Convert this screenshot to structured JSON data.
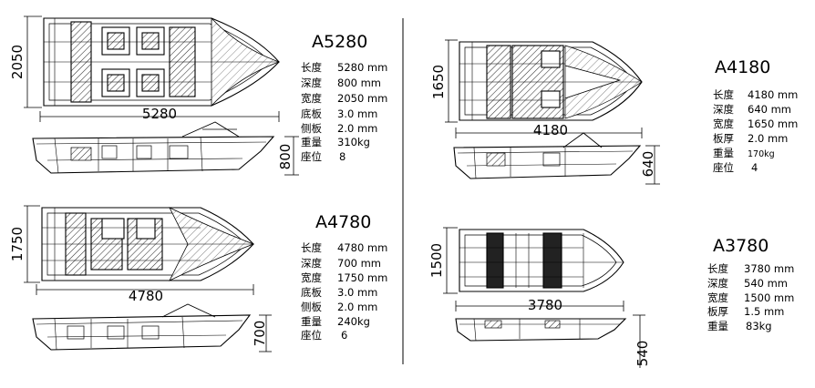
{
  "boats": [
    {
      "model": "A5280",
      "dims": {
        "width": "2050",
        "length": "5280",
        "depth": "800"
      },
      "specs": [
        {
          "label": "长度",
          "value": "5280 mm"
        },
        {
          "label": "深度",
          "value": "800 mm"
        },
        {
          "label": "宽度",
          "value": "2050 mm"
        },
        {
          "label": "底板",
          "value": "3.0 mm"
        },
        {
          "label": "侧板",
          "value": "2.0 mm"
        },
        {
          "label": "重量",
          "value": "310kg"
        },
        {
          "label": "座位",
          "value": "8"
        }
      ]
    },
    {
      "model": "A4780",
      "dims": {
        "width": "1750",
        "length": "4780",
        "depth": "700"
      },
      "specs": [
        {
          "label": "长度",
          "value": "4780 mm"
        },
        {
          "label": "深度",
          "value": "700 mm"
        },
        {
          "label": "宽度",
          "value": "1750 mm"
        },
        {
          "label": "底板",
          "value": "3.0 mm"
        },
        {
          "label": "侧板",
          "value": "2.0 mm"
        },
        {
          "label": "重量",
          "value": "240kg"
        },
        {
          "label": "座位",
          "value": "6"
        }
      ]
    },
    {
      "model": "A4180",
      "dims": {
        "width": "1650",
        "length": "4180",
        "depth": "640"
      },
      "specs": [
        {
          "label": "长度",
          "value": "4180 mm"
        },
        {
          "label": "深度",
          "value": "640 mm"
        },
        {
          "label": "宽度",
          "value": "1650 mm"
        },
        {
          "label": "板厚",
          "value": "2.0 mm"
        },
        {
          "label": "重量",
          "value": "170kg"
        },
        {
          "label": "座位",
          "value": "4"
        }
      ]
    },
    {
      "model": "A3780",
      "dims": {
        "width": "1500",
        "length": "3780",
        "depth": "540"
      },
      "specs": [
        {
          "label": "长度",
          "value": "3780 mm"
        },
        {
          "label": "深度",
          "value": "540 mm"
        },
        {
          "label": "宽度",
          "value": "1500 mm"
        },
        {
          "label": "板厚",
          "value": "1.5 mm"
        },
        {
          "label": "重量",
          "value": "83kg"
        }
      ]
    }
  ]
}
